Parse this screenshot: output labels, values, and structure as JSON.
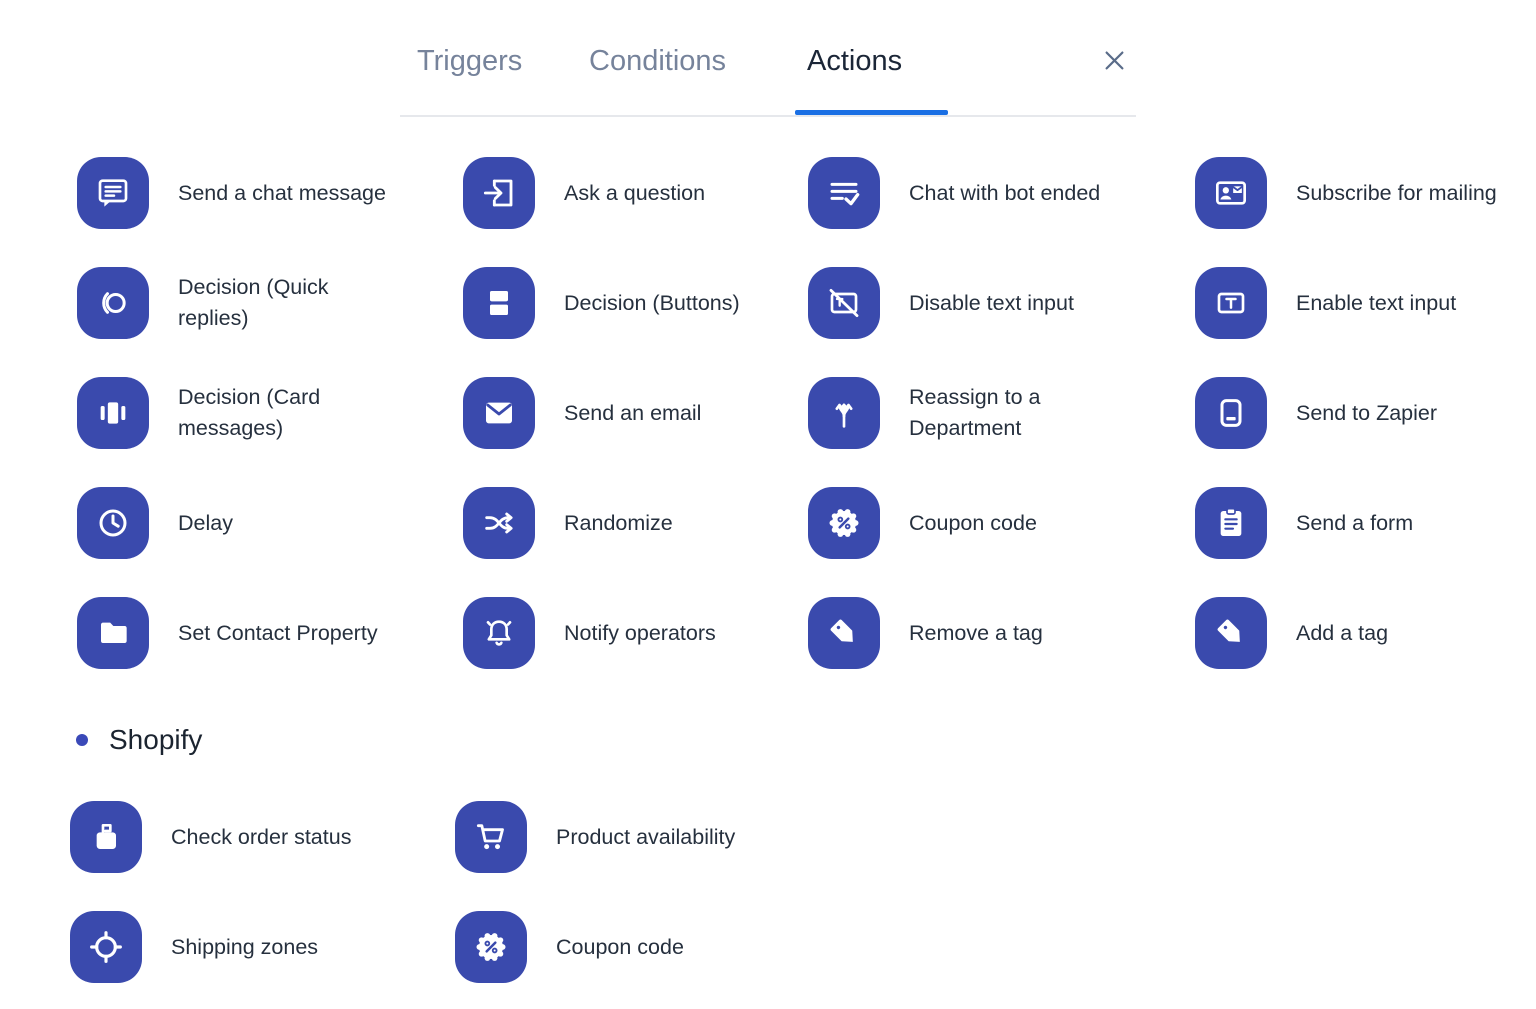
{
  "tabs": {
    "items": [
      {
        "label": "Triggers",
        "active": false
      },
      {
        "label": "Conditions",
        "active": false
      },
      {
        "label": "Actions",
        "active": true
      }
    ],
    "close_icon": "close-x",
    "active_underline_color": "#1A6FE4",
    "inactive_color": "#76839B",
    "active_color": "#1B2637"
  },
  "colors": {
    "tile_background": "#3A4AAD",
    "icon_foreground": "#FFFFFF",
    "label_text": "#26303E",
    "shopify_bullet": "#3A49B8"
  },
  "actions_grid": {
    "items": [
      {
        "label": "Send a chat message",
        "icon": "chat-message-icon"
      },
      {
        "label": "Ask a question",
        "icon": "question-input-icon"
      },
      {
        "label": "Chat with bot ended",
        "icon": "list-check-icon"
      },
      {
        "label": "Subscribe for mailing",
        "icon": "contact-mail-icon"
      },
      {
        "label": "Decision (Quick replies)",
        "icon": "quick-replies-icon"
      },
      {
        "label": "Decision (Buttons)",
        "icon": "stacked-buttons-icon"
      },
      {
        "label": "Disable text input",
        "icon": "text-input-disabled-icon"
      },
      {
        "label": "Enable text input",
        "icon": "text-input-icon"
      },
      {
        "label": "Decision (Card messages)",
        "icon": "carousel-cards-icon"
      },
      {
        "label": "Send an email",
        "icon": "envelope-icon"
      },
      {
        "label": "Reassign to a Department",
        "icon": "fork-arrows-icon"
      },
      {
        "label": "Send to Zapier",
        "icon": "device-icon"
      },
      {
        "label": "Delay",
        "icon": "clock-icon"
      },
      {
        "label": "Randomize",
        "icon": "shuffle-icon"
      },
      {
        "label": "Coupon code",
        "icon": "percent-badge-icon"
      },
      {
        "label": "Send a form",
        "icon": "clipboard-icon"
      },
      {
        "label": "Set Contact Property",
        "icon": "folder-icon"
      },
      {
        "label": "Notify operators",
        "icon": "bell-icon"
      },
      {
        "label": "Remove a tag",
        "icon": "tag-icon"
      },
      {
        "label": "Add a tag",
        "icon": "tag-icon"
      }
    ]
  },
  "shopify": {
    "title": "Shopify",
    "items": [
      {
        "label": "Check order status",
        "icon": "order-bag-icon"
      },
      {
        "label": "Product availability",
        "icon": "cart-icon"
      },
      {
        "label": "Shipping zones",
        "icon": "gps-locate-icon"
      },
      {
        "label": "Coupon code",
        "icon": "percent-badge-icon"
      }
    ]
  }
}
